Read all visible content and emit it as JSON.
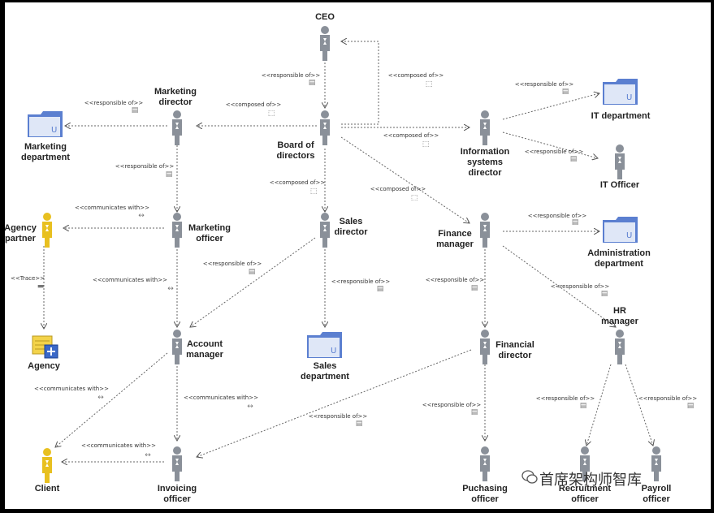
{
  "nodes": {
    "ceo": {
      "label": "CEO"
    },
    "board": {
      "label": "Board of\ndirectors"
    },
    "marketing_director": {
      "label": "Marketing\ndirector"
    },
    "marketing_department": {
      "label": "Marketing\ndepartment"
    },
    "information_systems_director": {
      "label": "Information\nsystems\ndirector"
    },
    "it_department": {
      "label": "IT department"
    },
    "it_officer": {
      "label": "IT Officer"
    },
    "agency_partner": {
      "label": "Agency\npartner"
    },
    "marketing_officer": {
      "label": "Marketing\nofficer"
    },
    "sales_director": {
      "label": "Sales\ndirector"
    },
    "finance_manager": {
      "label": "Finance\nmanager"
    },
    "administration_department": {
      "label": "Administration\ndepartment"
    },
    "agency": {
      "label": "Agency"
    },
    "account_manager": {
      "label": "Account\nmanager"
    },
    "sales_department": {
      "label": "Sales\ndepartment"
    },
    "hr_manager": {
      "label": "HR\nmanager"
    },
    "financial_director": {
      "label": "Financial\ndirector"
    },
    "client": {
      "label": "Client"
    },
    "invoicing_officer": {
      "label": "Invoicing\nofficer"
    },
    "purchasing_officer": {
      "label": "Puchasing\nofficer"
    },
    "recruitment_officer": {
      "label": "Recruitment\nofficer"
    },
    "payroll_officer": {
      "label": "Payroll\nofficer"
    }
  },
  "relations": {
    "ceo_board": "<<responsible of>>",
    "board_ceo": "<<composed of>>",
    "board_marketing_director": "<<composed of>>",
    "marketing_director_department": "<<responsible of>>",
    "board_is_director": "<<composed of>>",
    "is_director_it_department": "<<responsible of>>",
    "is_director_it_officer": "<<responsible of>>",
    "marketing_director_officer": "<<responsible of>>",
    "marketing_officer_agency_partner": "<<communicates with>>",
    "board_sales_director": "<<composed of>>",
    "board_finance_manager": "<<composed of>>",
    "finance_manager_administration": "<<responsible of>>",
    "agency_partner_agency": "<<Trace>>",
    "marketing_officer_account_manager": "<<communicates with>>",
    "sales_director_account_manager": "<<responsible of>>",
    "sales_director_department": "<<responsible of>>",
    "finance_manager_financial_director": "<<responsible of>>",
    "finance_manager_hr": "<<responsible of>>",
    "account_manager_client": "<<communicates with>>",
    "account_manager_invoicing": "<<communicates with>>",
    "financial_director_invoicing": "<<responsible of>>",
    "financial_director_purchasing": "<<responsible of>>",
    "hr_recruitment": "<<responsible of>>",
    "hr_payroll": "<<responsible of>>",
    "invoicing_client": "<<communicates with>>"
  },
  "watermark": "首席架构师智库",
  "icons": [
    "actor-icon",
    "folder-icon",
    "class-icon",
    "relation-icon",
    "wechat-icon"
  ],
  "colors": {
    "actor": "#8a9099",
    "actor_yellow": "#e8c020",
    "folder": "#5b7fd0",
    "line": "#555555"
  }
}
